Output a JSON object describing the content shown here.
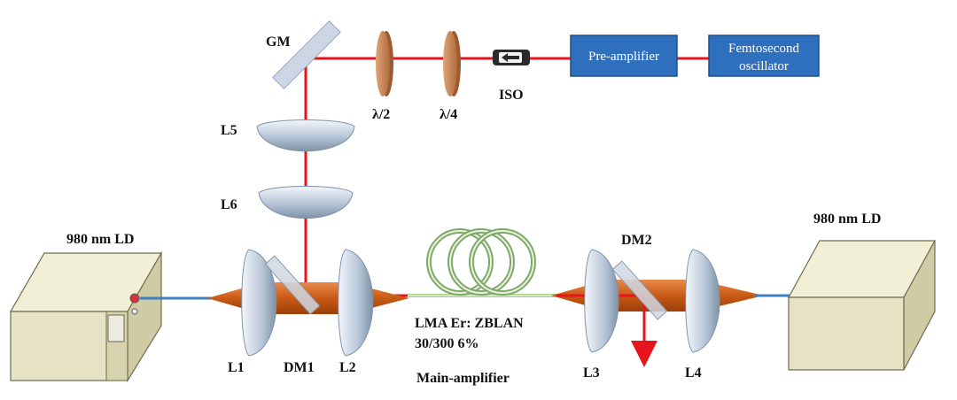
{
  "labels": {
    "gm": "GM",
    "half_wave": "λ/2",
    "quarter_wave": "λ/4",
    "iso": "ISO",
    "l1": "L1",
    "l2": "L2",
    "l3": "L3",
    "l4": "L4",
    "l5": "L5",
    "l6": "L6",
    "dm1": "DM1",
    "dm2": "DM2",
    "ld_left": "980 nm LD",
    "ld_right": "980 nm LD",
    "fiber_line1": "LMA Er: ZBLAN",
    "fiber_line2": "30/300 6%",
    "main_amplifier": "Main-amplifier"
  },
  "boxes": {
    "pre_amplifier": "Pre-amplifier",
    "oscillator_line1": "Femtosecond",
    "oscillator_line2": "oscillator"
  },
  "colors": {
    "beam": "#e8141c",
    "pump": "#d2691e",
    "box_fill": "#2e6fbe",
    "ld_body": "#e6e3c4",
    "waveplate": "#c9875a",
    "lens": "#c8d6e4",
    "mirror": "#c9d3e2",
    "fiber_coil": "#a9d08e"
  }
}
